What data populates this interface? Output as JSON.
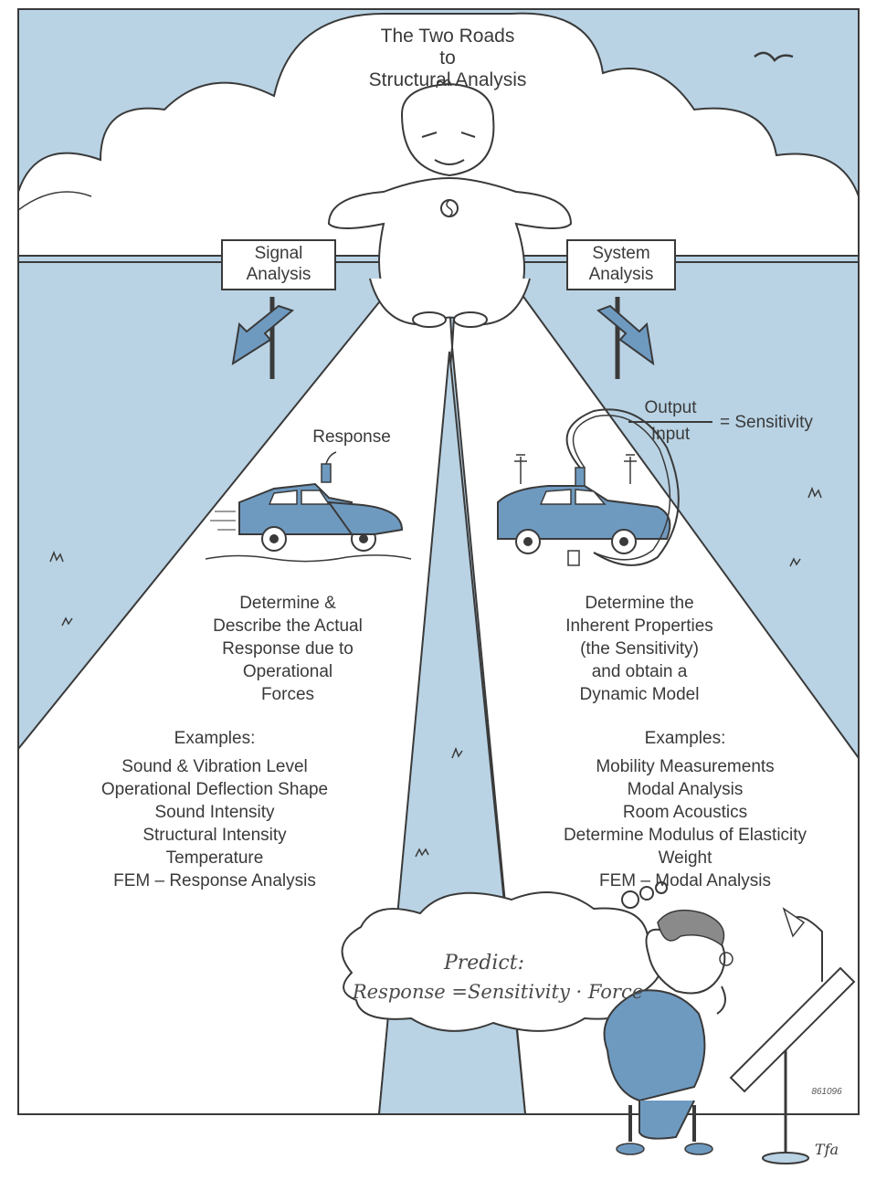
{
  "title": {
    "line1": "The Two Roads",
    "line2": "to",
    "line3": "Structural Analysis"
  },
  "signs": {
    "left": {
      "line1": "Signal",
      "line2": "Analysis"
    },
    "right": {
      "line1": "System",
      "line2": "Analysis"
    }
  },
  "left_road": {
    "response_label": "Response",
    "description": [
      "Determine &",
      "Describe the Actual",
      "Response due to",
      "Operational",
      "Forces"
    ],
    "examples_heading": "Examples:",
    "examples": [
      "Sound & Vibration Level",
      "Operational Deflection Shape",
      "Sound Intensity",
      "Structural Intensity",
      "Temperature",
      "FEM – Response Analysis"
    ]
  },
  "right_road": {
    "formula": {
      "numerator": "Output",
      "denominator": "Input",
      "result": "= Sensitivity"
    },
    "description": [
      "Determine the",
      "Inherent Properties",
      "(the Sensitivity)",
      "and obtain a",
      "Dynamic Model"
    ],
    "examples_heading": "Examples:",
    "examples": [
      "Mobility Measurements",
      "Modal Analysis",
      "Room Acoustics",
      "Determine Modulus of Elasticity",
      "Weight",
      "FEM – Modal Analysis"
    ]
  },
  "thought_bubble": {
    "line1": "Predict:",
    "line2": "Response =Sensitivity · Force"
  },
  "figure_number": "861096",
  "signature": "Tfa",
  "colors": {
    "sky": "#b9d3e4",
    "road": "#b9d3e4",
    "line": "#3a3a3a",
    "car": "#6f9ac0",
    "cloud": "#ffffff"
  }
}
